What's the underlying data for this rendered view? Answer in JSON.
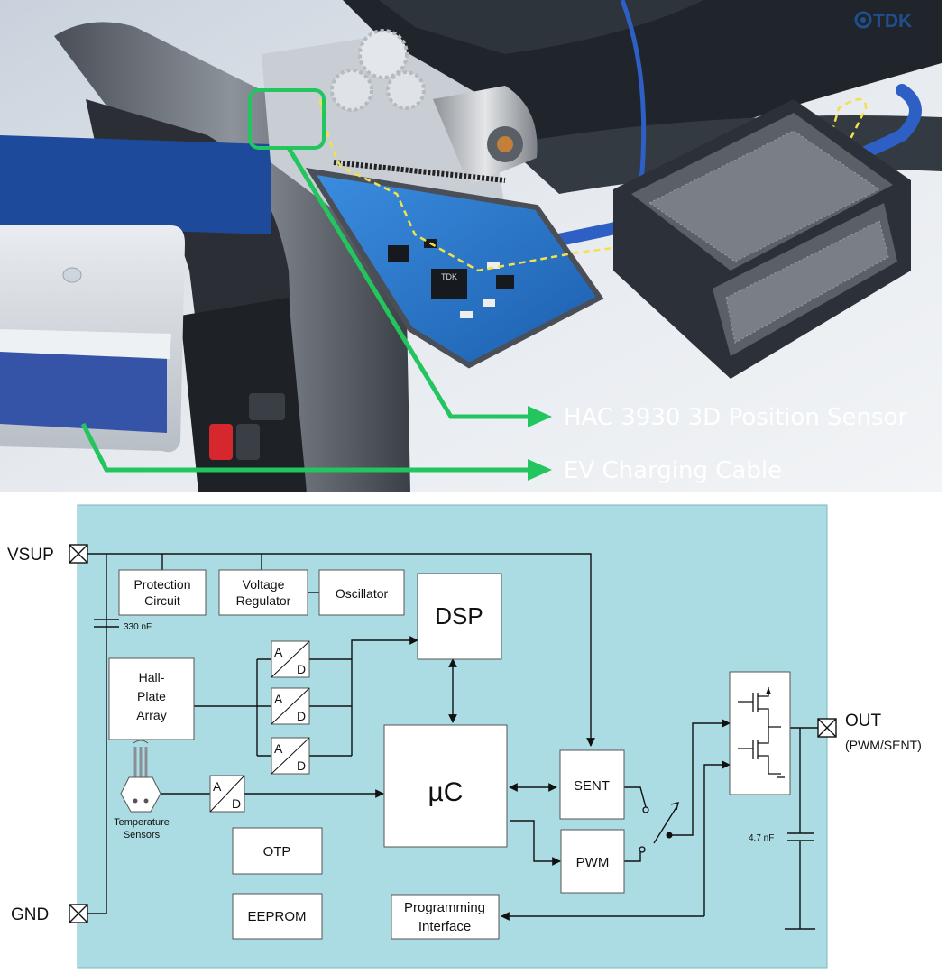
{
  "photo": {
    "brand": "TDK",
    "chip_marking": "TDK",
    "callouts": [
      {
        "text": "HAC 3930 3D Position Sensor"
      },
      {
        "text": "EV Charging Cable"
      }
    ],
    "colors": {
      "callout_green": "#22c55e",
      "cable_blue": "#2d5fc4",
      "pcb_blue": "#2c74c8",
      "signal_yellow": "#f2e14a"
    }
  },
  "diagram": {
    "background": "#acdce3",
    "pins": {
      "vsup": "VSUP",
      "gnd": "GND",
      "out": "OUT",
      "out_note": "(PWM/SENT)"
    },
    "blocks": {
      "protection": [
        "Protection",
        "Circuit"
      ],
      "regulator": [
        "Voltage",
        "Regulator"
      ],
      "oscillator": "Oscillator",
      "dsp": "DSP",
      "hall": [
        "Hall-",
        "Plate",
        "Array"
      ],
      "uc": "µC",
      "sent": "SENT",
      "pwm": "PWM",
      "otp": "OTP",
      "eeprom": "EEPROM",
      "prog": [
        "Programming",
        "Interface"
      ],
      "temp": [
        "Temperature",
        "Sensors"
      ]
    },
    "adc": {
      "a": "A",
      "d": "D"
    },
    "caps": {
      "c1": "330 nF",
      "c2": "4.7 nF"
    }
  }
}
